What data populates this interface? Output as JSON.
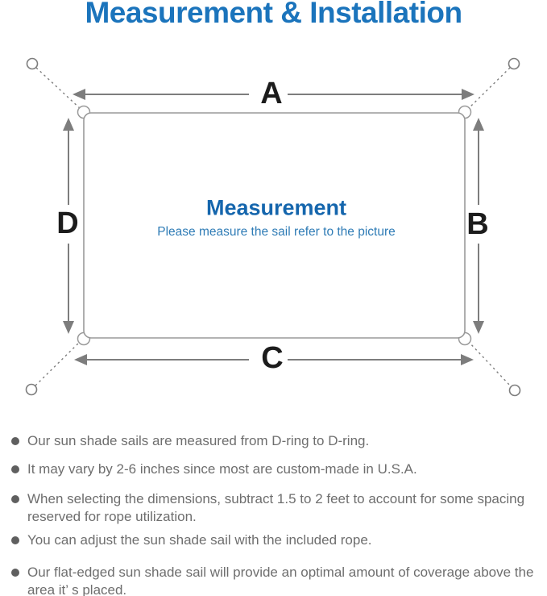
{
  "title": "Measurement & Installation",
  "diagram": {
    "labels": {
      "top": "A",
      "right": "B",
      "bottom": "C",
      "left": "D"
    },
    "center_heading": "Measurement",
    "center_subtitle": "Please measure the sail refer to the picture"
  },
  "notes": [
    "Our sun shade sails are measured from D-ring to D-ring.",
    "It may vary by 2-6 inches since most are custom-made in U.S.A.",
    "When selecting the dimensions, subtract 1.5 to 2 feet to account for some spacing reserved for rope utilization.",
    "You can adjust the sun shade sail with the included rope.",
    "Our flat-edged sun shade sail will provide an optimal amount of coverage above the area it’ s placed."
  ],
  "colors": {
    "accent_blue": "#1b74bc",
    "heading_blue": "#1566ad",
    "subtitle_blue": "#2f7cb6",
    "label_black": "#1c1c1c",
    "line_gray": "#7d7d7d",
    "outline_gray": "#9a9a9a",
    "text_gray": "#6e6e6e",
    "bullet_gray": "#5f5f5f"
  }
}
